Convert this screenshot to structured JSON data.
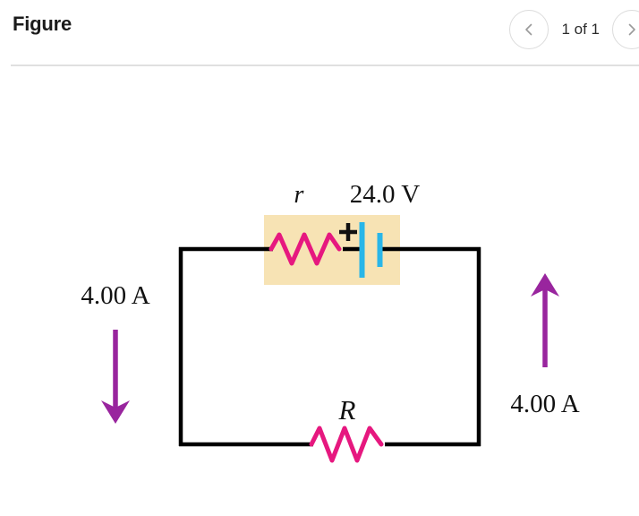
{
  "header": {
    "title": "Figure",
    "pager": {
      "prev_icon": "chevron-left-icon",
      "next_icon": "chevron-right-icon",
      "count_label": "1 of 1"
    }
  },
  "figure": {
    "type": "circuit-diagram",
    "description": "Single-loop DC circuit with an emf source of 24.0 V having internal resistance r in series with an external resistor R; the current is 4.00 A.",
    "labels": {
      "internal_resistance": "r",
      "emf": "24.0 V",
      "battery_polarity": "+",
      "external_resistor": "R",
      "current_left": "4.00 A",
      "current_right": "4.00 A"
    },
    "colors": {
      "wire": "#000000",
      "resistor": "#e6187f",
      "battery_plate": "#29b6e8",
      "highlight_box": "#f7e3b4",
      "current_arrow": "#99259e",
      "label_text": "#111111"
    },
    "components": [
      {
        "name": "internal-resistance-resistor",
        "label": "r",
        "side": "top"
      },
      {
        "name": "battery-symbol",
        "label": "24.0 V",
        "side": "top"
      },
      {
        "name": "external-resistor",
        "label": "R",
        "side": "bottom"
      },
      {
        "name": "current-arrow-down",
        "label": "4.00 A",
        "side": "left",
        "direction": "down"
      },
      {
        "name": "current-arrow-up",
        "label": "4.00 A",
        "side": "right",
        "direction": "up"
      }
    ]
  }
}
